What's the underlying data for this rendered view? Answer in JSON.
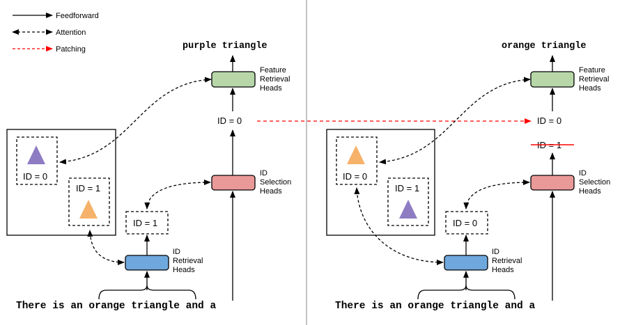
{
  "legend": {
    "feedforward": "Feedforward",
    "attention": "Attention",
    "patching": "Patching"
  },
  "left_panel": {
    "output_text": "purple triangle",
    "feature_heads": [
      "Feature",
      "Retrieval",
      "Heads"
    ],
    "id_selection_heads": [
      "ID",
      "Selection",
      "Heads"
    ],
    "id_retrieval_heads": [
      "ID",
      "Retrieval",
      "Heads"
    ],
    "selected_id": "ID = 0",
    "retrieved_id": "ID = 1",
    "scene_object_a_id": "ID = 0",
    "scene_object_a_shape": "purple triangle",
    "scene_object_b_id": "ID = 1",
    "scene_object_b_shape": "orange triangle",
    "prompt": "There is an orange triangle and a"
  },
  "right_panel": {
    "output_text": "orange triangle",
    "feature_heads": [
      "Feature",
      "Retrieval",
      "Heads"
    ],
    "id_selection_heads": [
      "ID",
      "Selection",
      "Heads"
    ],
    "id_retrieval_heads": [
      "ID",
      "Retrieval",
      "Heads"
    ],
    "patched_id": "ID = 0",
    "struck_id": "ID = 1",
    "retrieved_id": "ID = 0",
    "scene_object_a_id": "ID = 0",
    "scene_object_a_shape": "orange triangle",
    "scene_object_b_id": "ID = 1",
    "scene_object_b_shape": "purple triangle",
    "prompt": "There is an orange triangle and a"
  },
  "colors": {
    "green_box": "#b7d7a8",
    "red_box": "#ea9999",
    "blue_box": "#6fa8dc",
    "purple_triangle": "#8e7cc3",
    "orange_triangle": "#f6b26b",
    "patching_arrow": "#ff0000",
    "strike_line": "#ff0000",
    "divider": "#999999"
  }
}
